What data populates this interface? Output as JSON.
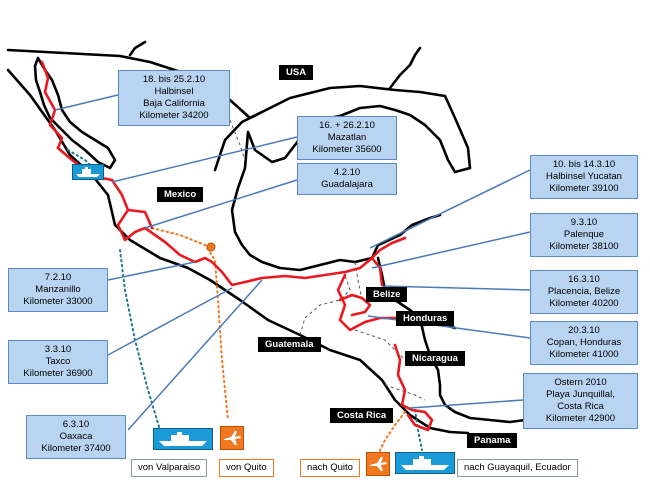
{
  "countries": {
    "usa": "USA",
    "mexico": "Mexico",
    "belize": "Belize",
    "honduras": "Honduras",
    "guatemala": "Guatemala",
    "nicaragua": "Nicaragua",
    "costa_rica": "Costa Rica",
    "panama": "Panama"
  },
  "callouts": {
    "baja": [
      "18. bis 25.2.10",
      "Halbinsel",
      "Baja California",
      "Kilometer 34200"
    ],
    "mazatlan": [
      "16. + 26.2.10",
      "Mazatlan",
      "Kilometer 35600"
    ],
    "guadalajara": [
      "4.2.10",
      "Guadalajara"
    ],
    "yucatan": [
      "10. bis 14.3.10",
      "Halbinsel Yucatan",
      "Kilometer 39100"
    ],
    "palenque": [
      "9.3.10",
      "Palenque",
      "Kilometer 38100"
    ],
    "placencia": [
      "16.3.10",
      "Placencia, Belize",
      "Kilometer 40200"
    ],
    "copan": [
      "20.3.10",
      "Copan, Honduras",
      "Kilometer 41000"
    ],
    "junquillal": [
      "Ostern 2010",
      "Playa Junquillal,",
      "Costa Rica",
      "Kilometer 42900"
    ],
    "manzanillo": [
      "7.2.10",
      "Manzanillo",
      "Kilometer 33000"
    ],
    "taxco": [
      "3.3.10",
      "Taxco",
      "Kilometer 36900"
    ],
    "oaxaca": [
      "6.3.10",
      "Oaxaca",
      "Kilometer 37400"
    ]
  },
  "legend": {
    "von_valparaiso": "von Valparaiso",
    "von_quito": "von Quito",
    "nach_quito": "nach Quito",
    "nach_guayaquil": "nach Guayaquil, Ecuador"
  },
  "colors": {
    "route": "#e8191f",
    "border": "#000000",
    "callout_fill": "#b8d4f0",
    "callout_border": "#5b8bc4",
    "ship_route": "#1f7a8c",
    "flight_route": "#f07820"
  },
  "icons": [
    "ship-icon",
    "plane-icon"
  ]
}
